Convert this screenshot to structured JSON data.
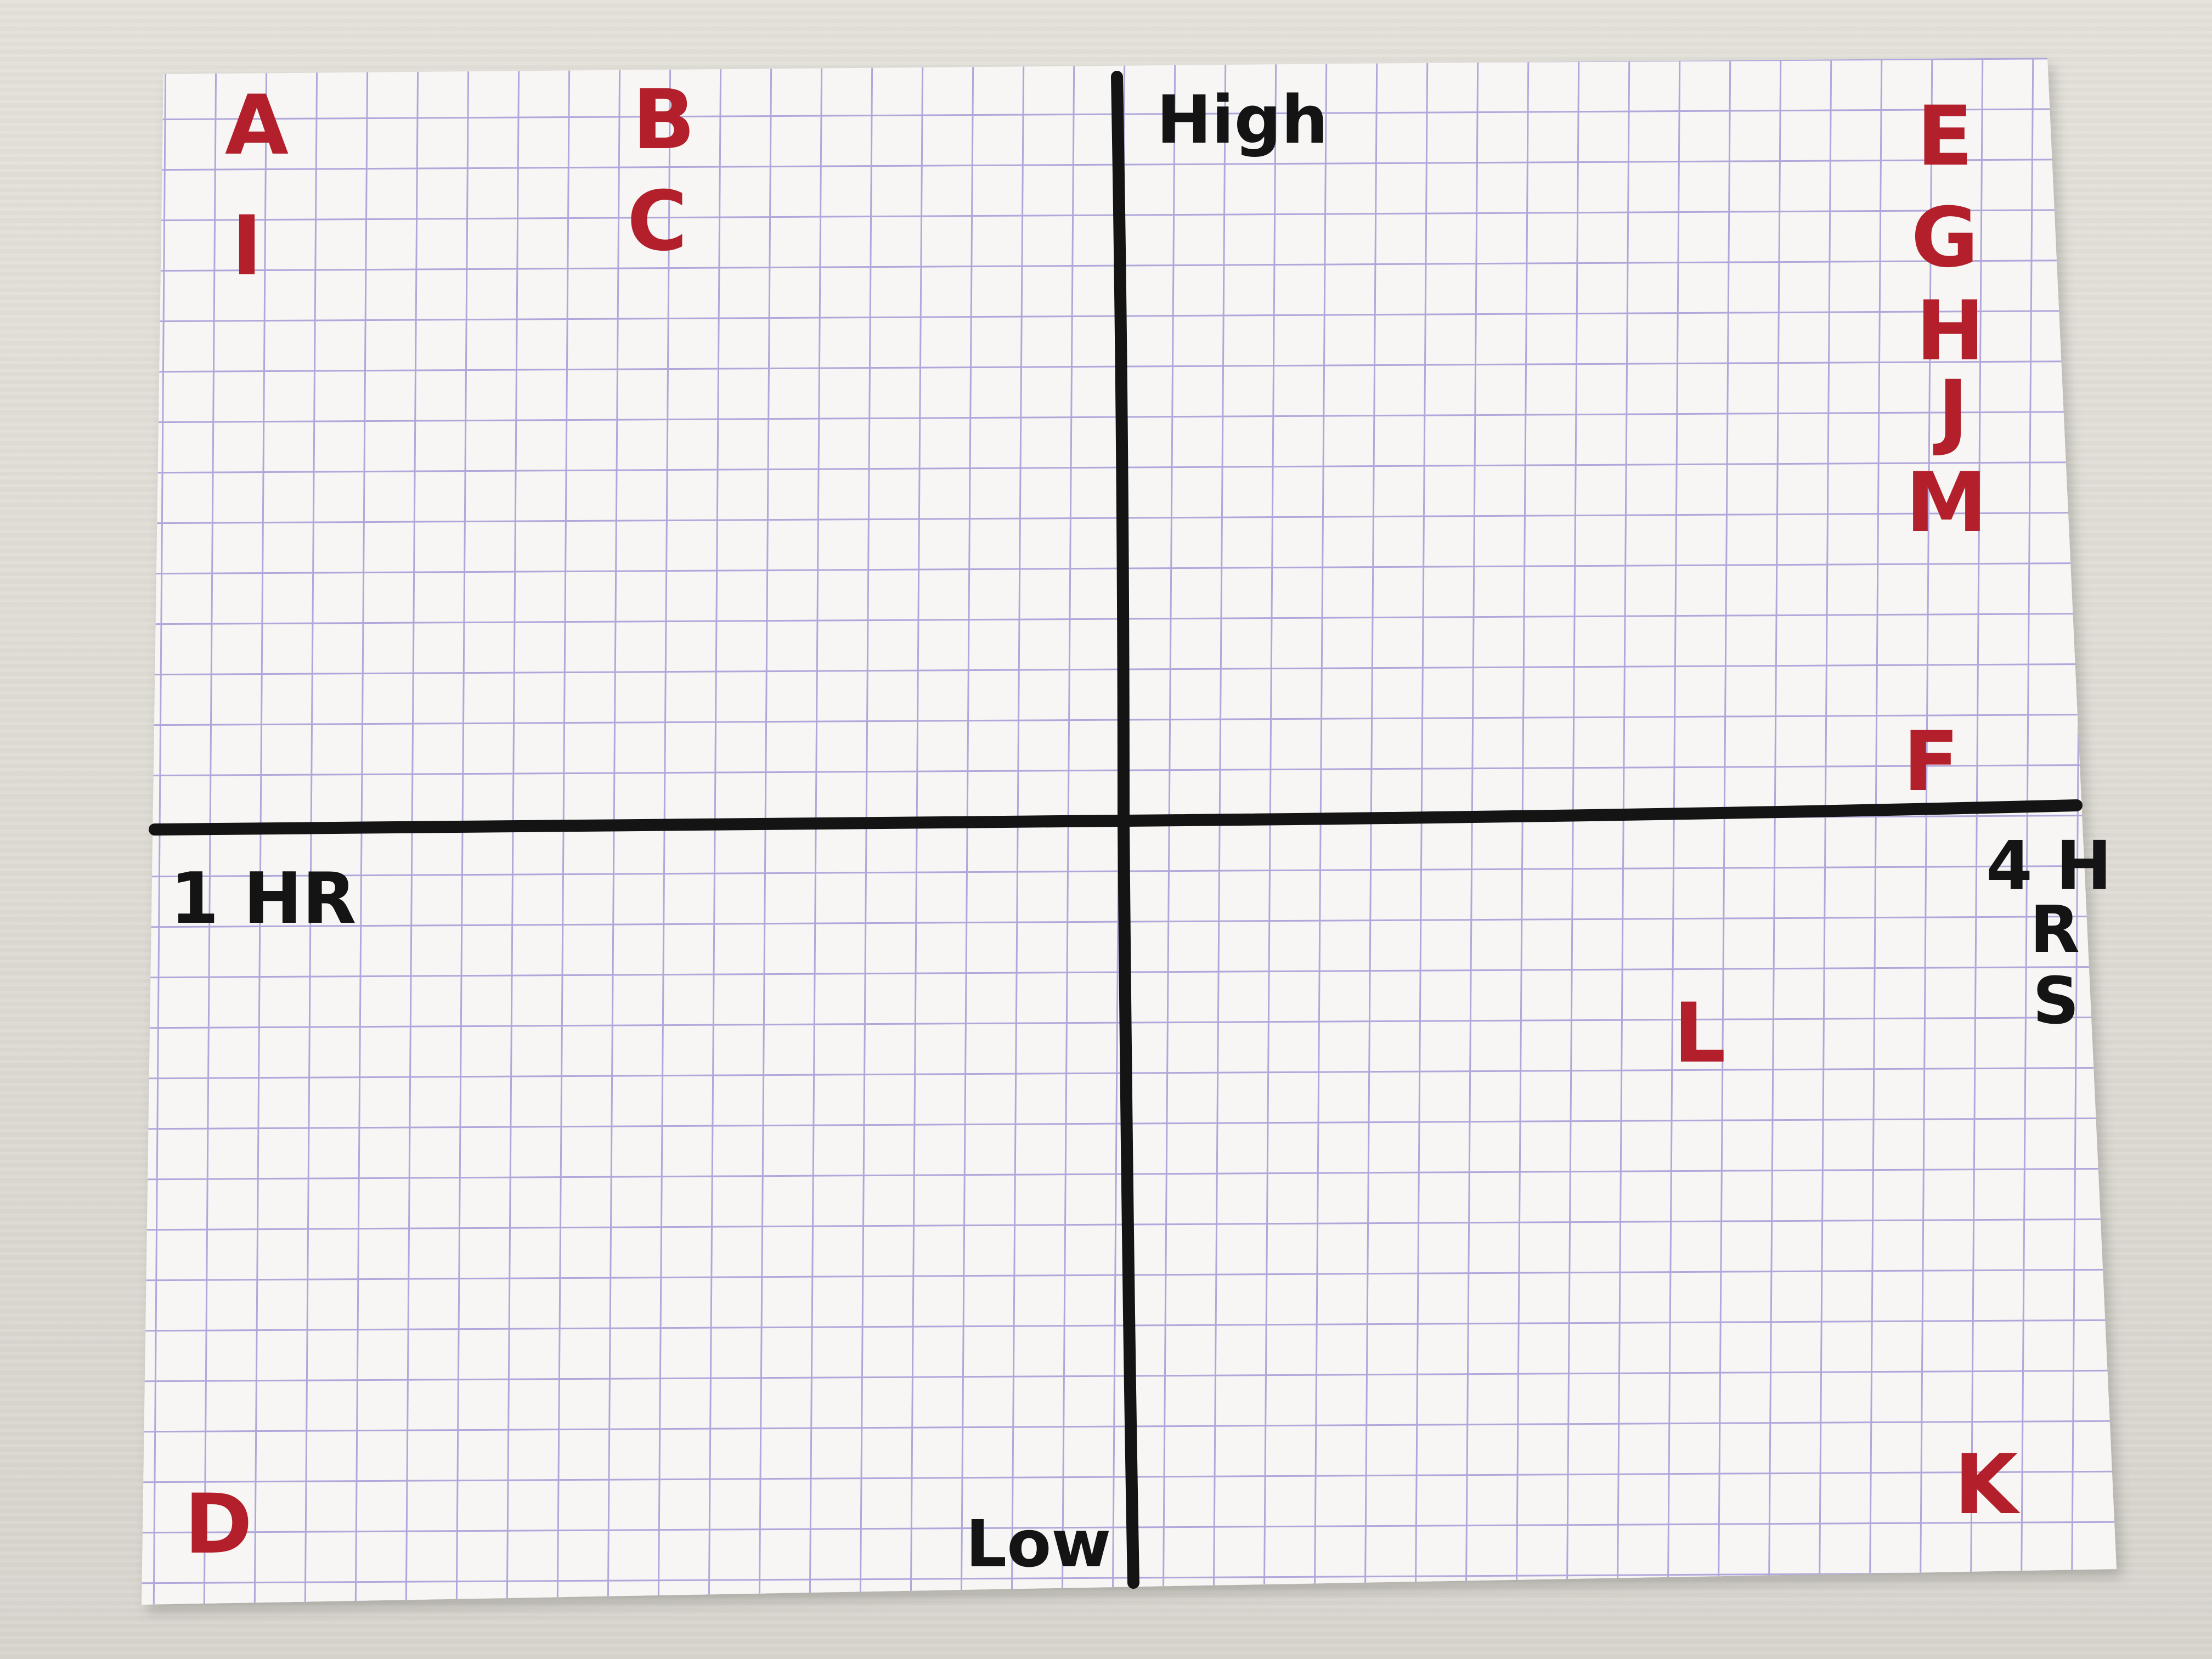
{
  "axes": {
    "y_top_label": "High",
    "y_bottom_label": "Low",
    "x_left_label": "1 HR",
    "x_right_label_line1": "4 H",
    "x_right_label_line2": "R",
    "x_right_label_line3": "S"
  },
  "points": [
    {
      "label": "A"
    },
    {
      "label": "I"
    },
    {
      "label": "B"
    },
    {
      "label": "C"
    },
    {
      "label": "E"
    },
    {
      "label": "G"
    },
    {
      "label": "H"
    },
    {
      "label": "J"
    },
    {
      "label": "M"
    },
    {
      "label": "F"
    },
    {
      "label": "L"
    },
    {
      "label": "D"
    },
    {
      "label": "K"
    }
  ],
  "colors": {
    "paper": "#f7f6f4",
    "grid": "#a49ad6",
    "axis_ink": "#141414",
    "point_ink": "#b3202c"
  }
}
